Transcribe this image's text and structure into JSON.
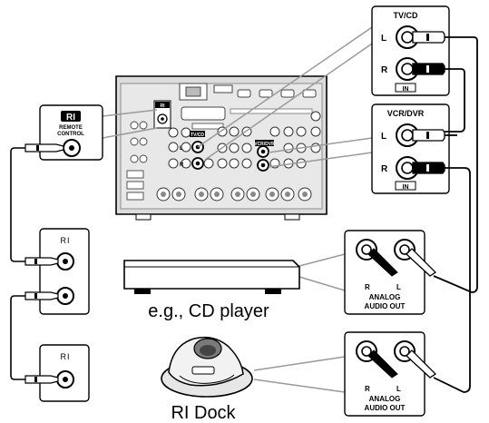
{
  "tvcd_panel": {
    "title": "TV/CD",
    "left": "L",
    "right": "R",
    "badge": "IN"
  },
  "vcr_panel": {
    "title": "VCR/DVR",
    "left": "L",
    "right": "R",
    "badge": "IN"
  },
  "remote_panel": {
    "logo": "RI",
    "title_line1": "REMOTE",
    "title_line2": "CONTROL"
  },
  "receiver": {
    "ri_tag": "RI",
    "tvcd_tag": "TV/CD",
    "vcr_tag": "VCR/DVR",
    "jack_left": "L",
    "jack_right": "R"
  },
  "cd_player": {
    "ri_logo": "RI",
    "caption": "e.g., CD player"
  },
  "ri_dock": {
    "ri_logo": "RI",
    "caption": "RI Dock"
  },
  "analog_out_top": {
    "right": "R",
    "left": "L",
    "line1": "ANALOG",
    "line2": "AUDIO OUT"
  },
  "analog_out_bottom": {
    "right": "R",
    "left": "L",
    "line1": "ANALOG",
    "line2": "AUDIO OUT"
  },
  "colors": {
    "ink": "#000000",
    "receiver_gray": "#d9d9d9",
    "panel_fill": "#ffffff",
    "cable_gray": "#9a9a9a"
  }
}
